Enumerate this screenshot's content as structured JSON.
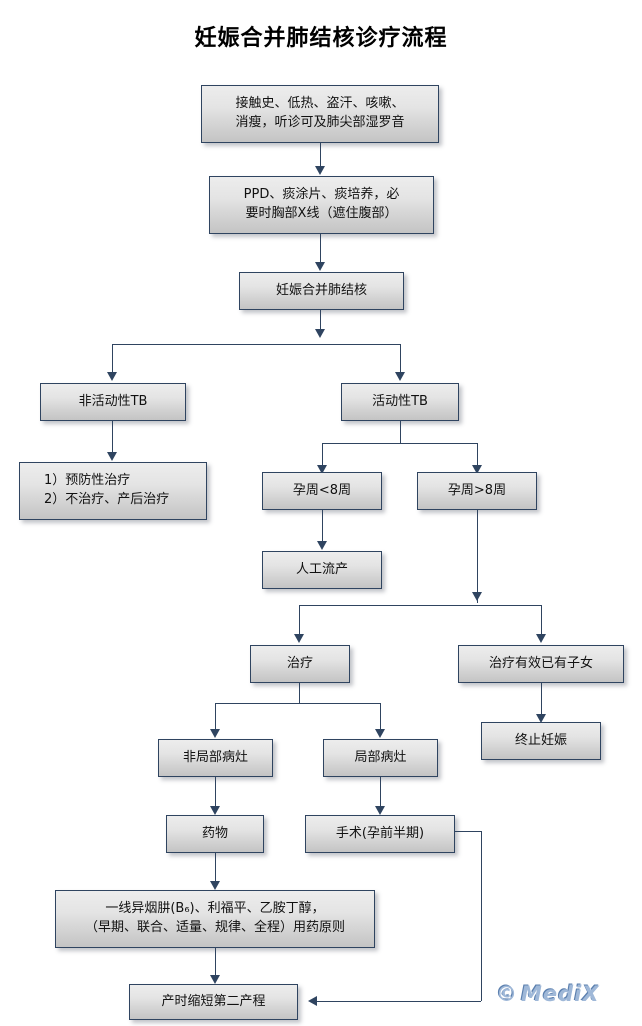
{
  "title": "妊娠合并肺结核诊疗流程",
  "watermark": {
    "copyright_symbol": "©",
    "brand": "MediX"
  },
  "diagram": {
    "type": "flowchart",
    "nodes": [
      {
        "id": "symptoms",
        "lines": [
          "接触史、低热、盗汗、咳嗽、",
          "消瘦，听诊可及肺尖部湿罗音"
        ]
      },
      {
        "id": "tests",
        "lines": [
          "PPD、痰涂片、痰培养，必",
          "要时胸部X线（遮住腹部）"
        ]
      },
      {
        "id": "diagnosis",
        "lines": [
          "妊娠合并肺结核"
        ]
      },
      {
        "id": "inactive-tb",
        "lines": [
          "非活动性TB"
        ]
      },
      {
        "id": "active-tb",
        "lines": [
          "活动性TB"
        ]
      },
      {
        "id": "inactive-treatment",
        "lines": [
          "1）预防性治疗",
          "2）不治疗、产后治疗"
        ]
      },
      {
        "id": "gest-lt8",
        "lines": [
          "孕周<8周"
        ]
      },
      {
        "id": "gest-gt8",
        "lines": [
          "孕周>8周"
        ]
      },
      {
        "id": "induced-abortion",
        "lines": [
          "人工流产"
        ]
      },
      {
        "id": "treatment",
        "lines": [
          "治疗"
        ]
      },
      {
        "id": "effective-has-children",
        "lines": [
          "治疗有效已有子女"
        ]
      },
      {
        "id": "terminate-pregnancy",
        "lines": [
          "终止妊娠"
        ]
      },
      {
        "id": "non-local-lesion",
        "lines": [
          "非局部病灶"
        ]
      },
      {
        "id": "local-lesion",
        "lines": [
          "局部病灶"
        ]
      },
      {
        "id": "medication",
        "lines": [
          "药物"
        ]
      },
      {
        "id": "surgery",
        "lines": [
          "手术(孕前半期)"
        ]
      },
      {
        "id": "first-line-drugs",
        "lines": [
          "一线异烟肼(B₆)、利福平、乙胺丁醇，",
          "（早期、联合、适量、规律、全程）用药原则"
        ]
      },
      {
        "id": "shorten-second-stage",
        "lines": [
          "产时缩短第二产程"
        ]
      }
    ]
  },
  "colors": {
    "node_border": "#2f4460",
    "node_fill_top": "#ededed",
    "node_fill_bottom": "#c4c4c4",
    "connector": "#2f4460",
    "watermark": "#9fb8d8",
    "title_text": "#000000"
  }
}
